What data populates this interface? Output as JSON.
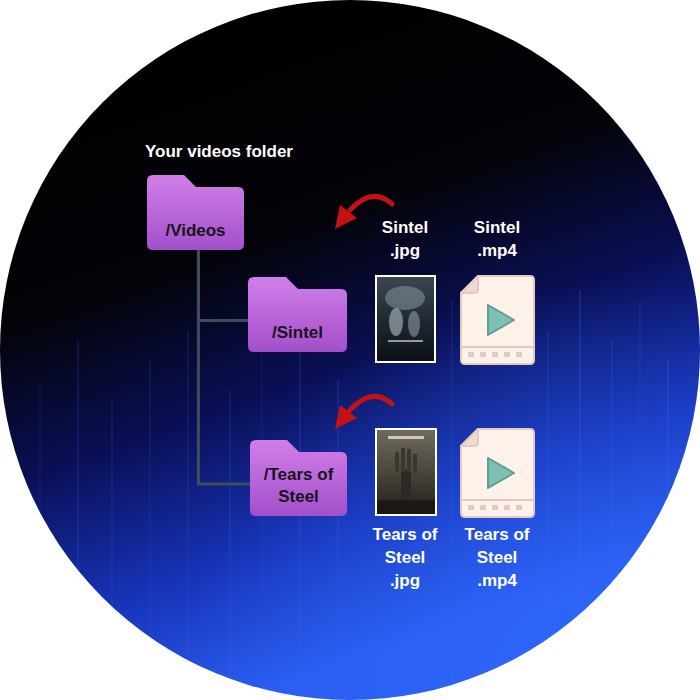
{
  "diagram": {
    "title": "Your videos folder",
    "nodes": [
      {
        "text": [
          "/Videos"
        ]
      },
      {
        "text": [
          "/Sintel"
        ]
      },
      {
        "text": [
          "Sintel .jpg"
        ]
      },
      {
        "text": [
          "Sintel .mp4"
        ]
      },
      {
        "text": [
          "/Tears of Steel"
        ]
      },
      {
        "text": [
          "Tears of Steel .jpg"
        ]
      },
      {
        "text": [
          "Tears of Steel .mp4"
        ]
      }
    ],
    "edges": [
      {
        "from": 0,
        "to": 1,
        "arrow": "none"
      },
      {
        "from": 0,
        "to": 4,
        "arrow": "none"
      }
    ]
  }
}
